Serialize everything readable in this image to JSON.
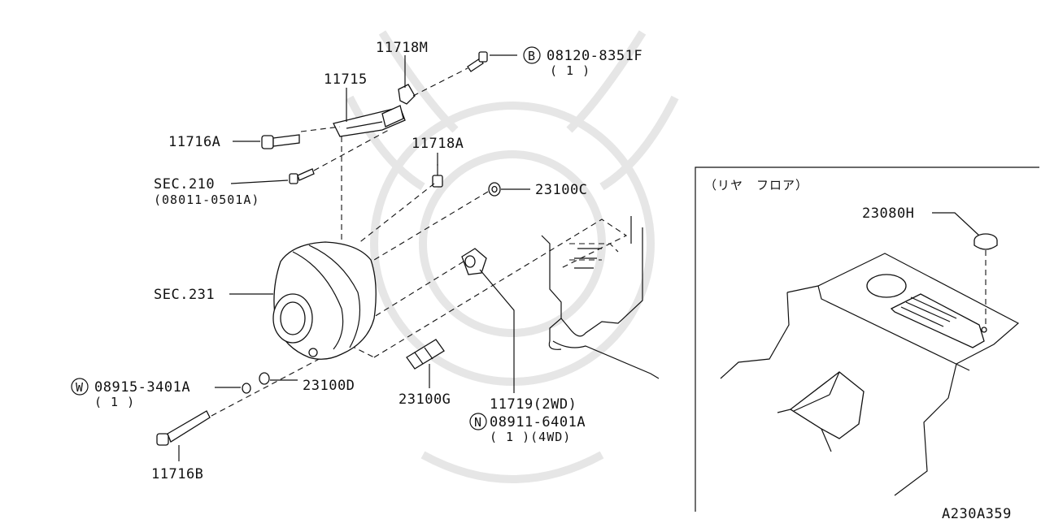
{
  "labels": {
    "p11718M": "11718M",
    "p11715": "11715",
    "p08120": "08120-8351F",
    "p08120_qty": "( 1 )",
    "p11716A": "11716A",
    "sec210": "SEC.210",
    "sec210_sub": "(08011-0501A)",
    "p11718A": "11718A",
    "p23100C": "23100C",
    "sec231": "SEC.231",
    "p08915": "08915-3401A",
    "p08915_qty": "( 1 )",
    "p23100D": "23100D",
    "p23100G": "23100G",
    "p11719": "11719(2WD)",
    "p08911": "08911-6401A",
    "p08911_qty": "( 1 )(4WD)",
    "p11716B": "11716B",
    "inset_title": "（リヤ　フロア）",
    "p23080H": "23080H",
    "diagram_code": "A230A359"
  },
  "badges": {
    "bolt": "B",
    "washer": "W",
    "nut": "N"
  }
}
